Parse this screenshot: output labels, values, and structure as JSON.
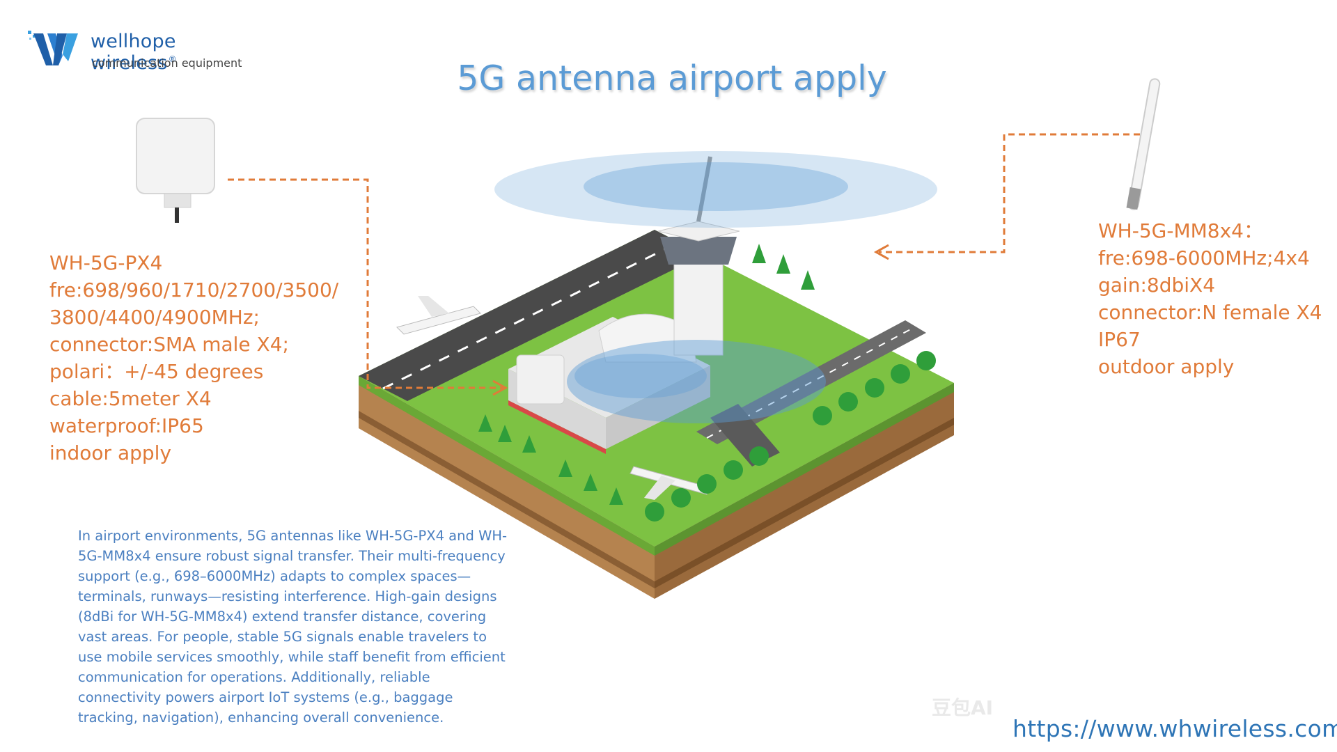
{
  "header": {
    "brand_name": "wellhope wireless",
    "brand_reg": "®",
    "brand_tagline": "communication equipment",
    "title": "5G antenna airport apply"
  },
  "left_product": {
    "lines": [
      "WH-5G-PX4",
      "fre:698/960/1710/2700/3500/",
      "3800/4400/4900MHz;",
      "connector:SMA male X4;",
      "polari：+/-45 degrees",
      "cable:5meter X4",
      "waterproof:IP65",
      "indoor apply"
    ]
  },
  "right_product": {
    "lines": [
      "WH-5G-MM8x4：",
      "fre:698-6000MHz;4x4",
      "gain:8dbiX4",
      "connector:N female X4",
      "IP67",
      "outdoor apply"
    ]
  },
  "description": "In airport environments, 5G antennas like WH-5G-PX4 and WH-5G-MM8x4 ensure robust signal transfer. Their multi-frequency support (e.g., 698–6000MHz) adapts to complex spaces—terminals, runways—resisting interference. High-gain designs (8dBi for WH-5G-MM8x4) extend transfer distance, covering vast areas. For people, stable 5G signals enable travelers to use mobile services smoothly, while staff benefit from efficient communication for operations. Additionally, reliable connectivity powers airport IoT systems (e.g., baggage tracking, navigation), enhancing overall convenience.",
  "footer": {
    "url": "https://www.whwireless.com",
    "watermark": "豆包AI"
  },
  "colors": {
    "accent_orange": "#e07b39",
    "title_blue": "#5b9bd5",
    "text_blue": "#4a7fc0",
    "url_blue": "#2e75b6",
    "signal_blue": "#5b9bd5",
    "grass_green": "#7dc243",
    "runway_gray": "#4a4a4a"
  },
  "icons": {
    "logo": "wellhope-w-logo",
    "left_antenna": "panel-antenna-icon",
    "right_antenna": "omni-antenna-icon",
    "scene": "isometric-airport-illustration"
  }
}
